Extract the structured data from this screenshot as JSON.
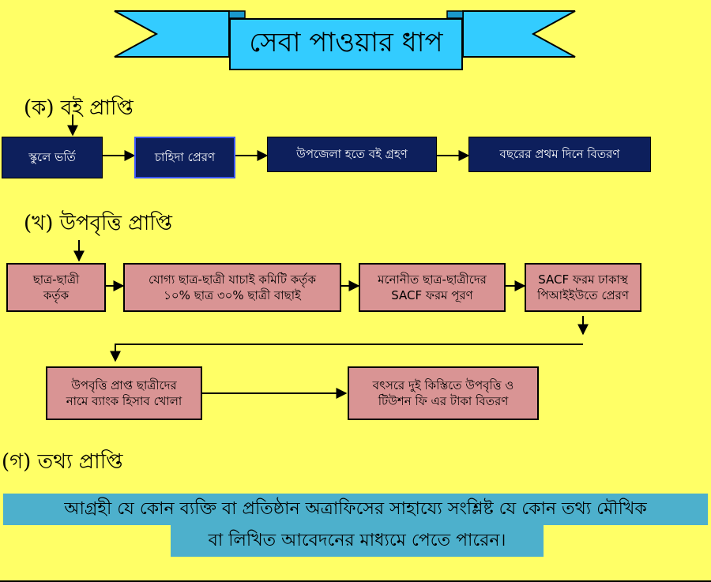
{
  "colors": {
    "background": "#ffff66",
    "banner": "#33ccff",
    "navy_box": "#0d1f5c",
    "pink_box": "#d99494",
    "info_band": "#4db0cc"
  },
  "title": "সেবা পাওয়ার ধাপ",
  "sections": {
    "a": {
      "heading": "(ক) বই প্রাপ্তি",
      "steps": [
        "স্কুলে ভর্তি",
        "চাহিদা প্রেরণ",
        "উপজেলা হতে বই গ্রহণ",
        "বছরের প্রথম দিনে বিতরণ"
      ]
    },
    "b": {
      "heading": "(খ) উপবৃত্তি প্রাপ্তি",
      "steps": [
        {
          "line1": "ছাত্র-ছাত্রী",
          "line2": "কর্তৃক"
        },
        {
          "line1": "যোগ্য ছাত্র-ছাত্রী যাচাই কমিটি কর্তৃক",
          "line2": "১০% ছাত্র ৩০% ছাত্রী বাছাই"
        },
        {
          "line1": "মনোনীত ছাত্র-ছাত্রীদের",
          "line2": "SACF ফরম পূরণ"
        },
        {
          "line1": "SACF ফরম ঢাকাস্থ",
          "line2": "পিআইইউতে প্রেরণ"
        },
        {
          "line1": "উপবৃত্তি প্রাপ্ত ছাত্রীদের",
          "line2": "নামে ব্যাংক হিসাব খোলা"
        },
        {
          "line1": "বৎসরে দুই কিস্তিতে উপবৃত্তি ও",
          "line2": "টিউশন ফি এর টাকা বিতরণ"
        }
      ]
    },
    "c": {
      "heading": "(গ) তথ্য প্রাপ্তি",
      "info_line1": "আগ্রহী যে কোন ব্যক্তি বা প্রতিষ্ঠান অত্রাফিসের সাহায্যে সংশ্লিষ্ট যে কোন তথ্য মৌখিক",
      "info_line2": "বা লিখিত আবেদনের মাধ্যমে পেতে  পারেন।"
    }
  }
}
